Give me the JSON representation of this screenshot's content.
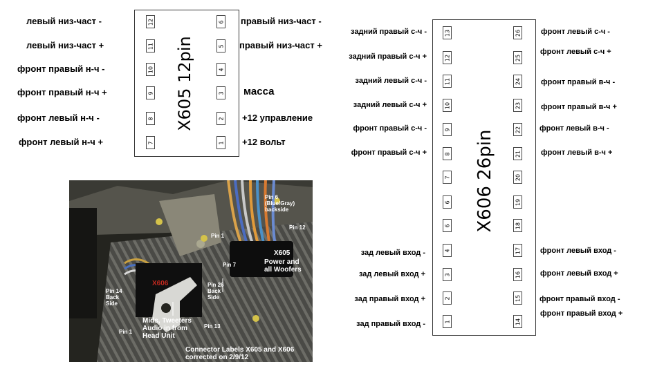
{
  "x605": {
    "title": "X605 12pin",
    "left_labels": [
      "левый низ-част -",
      "левый низ-част +",
      "фронт правый н-ч -",
      "фронт правый н-ч +",
      "фронт левый н-ч -",
      "фронт левый н-ч +"
    ],
    "right_labels": [
      "правый низ-част -",
      "правый низ-част +",
      "",
      "масса",
      "+12 управление",
      "+12 вольт"
    ],
    "left_pins": [
      "12",
      "11",
      "10",
      "9",
      "8",
      "7"
    ],
    "right_pins": [
      "6",
      "5",
      "4",
      "3",
      "2",
      "1"
    ]
  },
  "x606": {
    "title": "X606 26pin",
    "left_pins": [
      "13",
      "12",
      "11",
      "10",
      "9",
      "8",
      "7",
      "6",
      "6",
      "4",
      "3",
      "2",
      "1"
    ],
    "right_pins": [
      "26",
      "25",
      "24",
      "23",
      "22",
      "21",
      "20",
      "19",
      "18",
      "17",
      "16",
      "15",
      "14"
    ],
    "left_labels_top": [
      "задний правый с-ч -",
      "задний правый с-ч +",
      "задний левый с-ч -",
      "задний левый с-ч +",
      "фронт правый с-ч -",
      "фронт правый с-ч +"
    ],
    "left_labels_bottom": [
      "зад левый вход -",
      "зад левый вход +",
      "зад правый вход +",
      "зад правый вход -"
    ],
    "right_labels_top": [
      "фронт левый с-ч -",
      "фронт левый с-ч +",
      "фронт правый в-ч -",
      "фронт правый в-ч +",
      "фронт левый в-ч -",
      "фронт левый в-ч +"
    ],
    "right_labels_bottom": [
      "фронт левый вход -",
      "фронт левый вход +",
      "фронт правый вход -",
      "фронт правый вход +"
    ]
  },
  "photo": {
    "captions": {
      "pin6": [
        "Pin 6",
        "(Blue/Gray)",
        "backside"
      ],
      "pin12": "Pin 12",
      "pin1_top": "Pin 1",
      "pin7": "Pin 7",
      "x605_label": "X605",
      "x605_desc": [
        "Power and",
        "all Woofers"
      ],
      "x606_label": "X606",
      "pin14": [
        "Pin 14",
        "Back",
        "Side"
      ],
      "pin26": [
        "Pin 26",
        "Back",
        "Side"
      ],
      "mids_desc": [
        "Mids, Tweeters",
        "Audio in from",
        "Head Unit"
      ],
      "pin13": "Pin 13",
      "pin1_bottom": "Pin 1",
      "footer": [
        "Connector Labels X605 and X606",
        "corrected on 2/9/12"
      ]
    },
    "colors": {
      "x606_label": "#c0281e",
      "caption": "#ffffff"
    }
  }
}
